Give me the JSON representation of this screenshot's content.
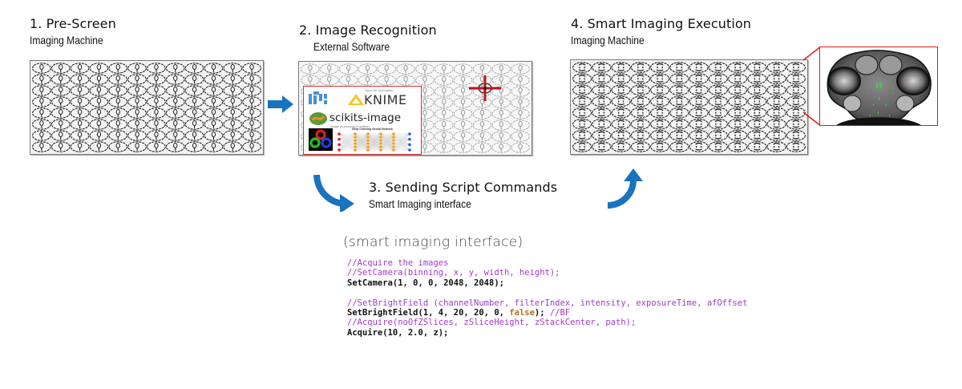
{
  "steps": [
    {
      "title": "1. Pre-Screen",
      "subtitle": "Imaging Machine"
    },
    {
      "title": "2. Image Recognition",
      "subtitle": "External Software"
    },
    {
      "title": "3. Sending Script Commands",
      "subtitle": "Smart Imaging interface"
    },
    {
      "title": "4. Smart Imaging Execution",
      "subtitle": "Imaging Machine"
    }
  ],
  "plates": {
    "rows": 8,
    "cols": 12
  },
  "software_logos": {
    "fiji": "Fiji",
    "knime_tagline": "Open for Innovation",
    "knime": "KNIME",
    "scikit": "scikits-image",
    "scikit_tagline": "image processing in python",
    "opencv": "OpenCV",
    "deep_learning": "Deep Learning Neural Network"
  },
  "code": {
    "heading": "(smart imaging interface)",
    "lines": [
      {
        "type": "comment",
        "text": "//Acquire the images"
      },
      {
        "type": "comment",
        "text": "//SetCamera(binning, x, y, width, height);"
      },
      {
        "type": "statement",
        "text": "SetCamera(1, 0, 0, 2048, 2048);"
      },
      {
        "type": "blank",
        "text": ""
      },
      {
        "type": "comment",
        "text": "//SetBrightField (channelNumber, filterIndex, intensity, exposureTime, afOffset"
      },
      {
        "type": "statement_mixed",
        "pre": "SetBrightField(1, 4, 20, 20, 0, ",
        "keyword": "false",
        "post": ");",
        "trail": " //BF"
      },
      {
        "type": "comment",
        "text": "//Acquire(noOfZSlices, zSliceHeight, zStackCenter, path);"
      },
      {
        "type": "statement",
        "text": "Acquire(10, 2.0, z);"
      }
    ]
  },
  "colors": {
    "arrow": "#1a73bd",
    "highlight": "#e01818",
    "comment": "#a33ac8",
    "keyword": "#b07020",
    "fluorescence": "#3cd23c"
  }
}
